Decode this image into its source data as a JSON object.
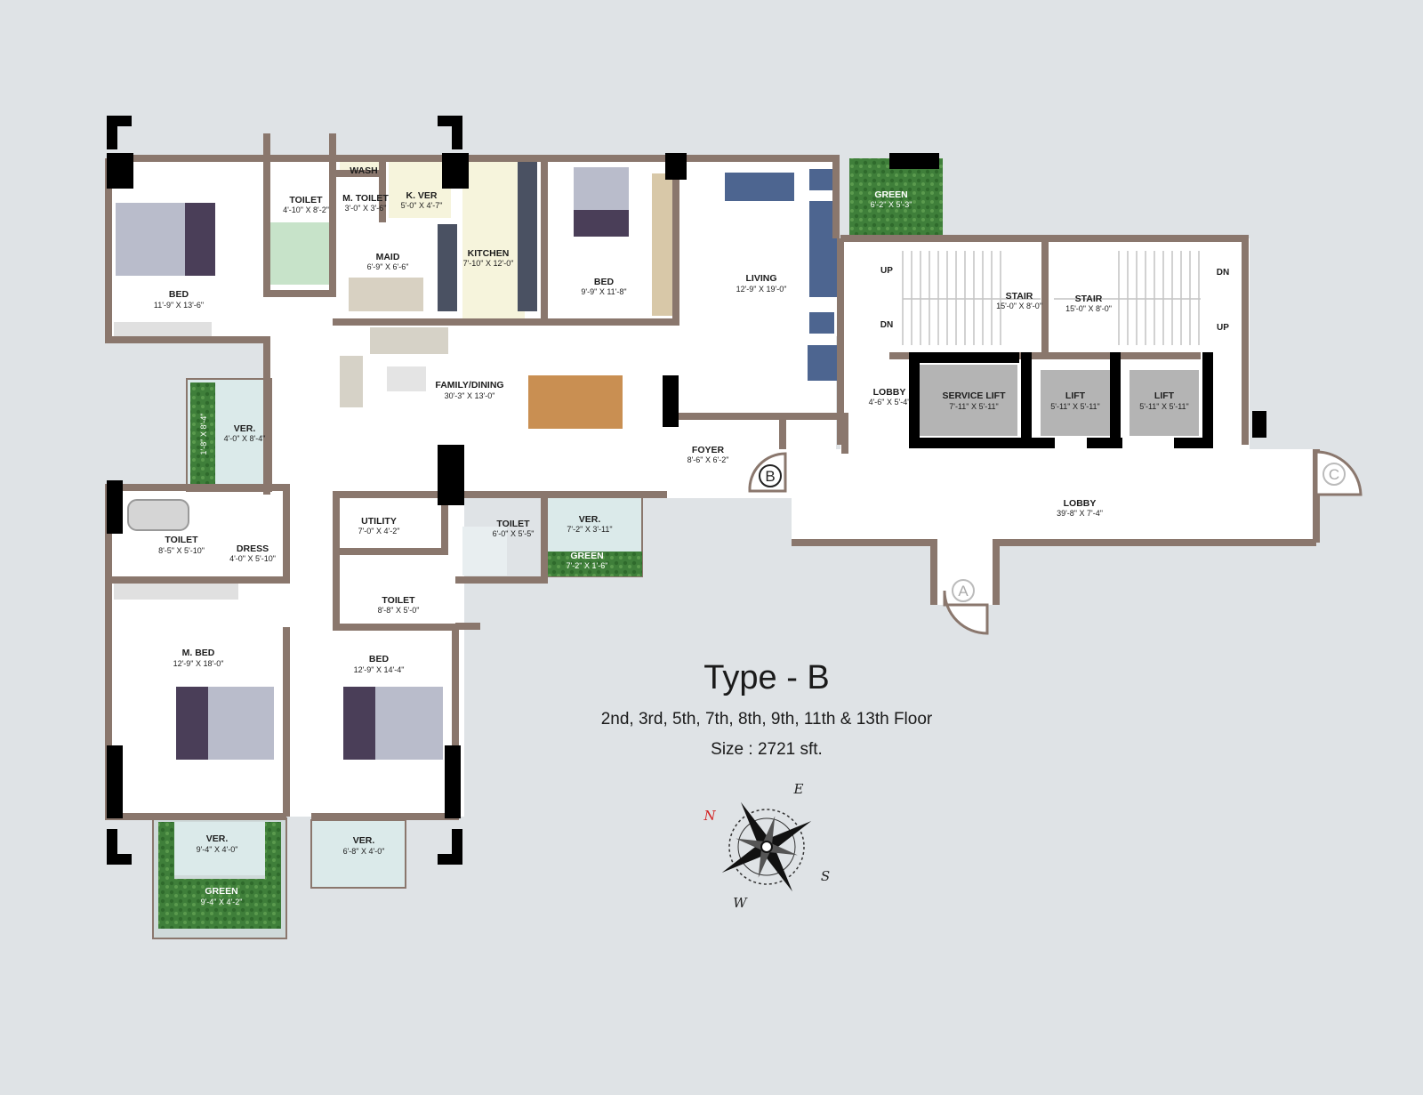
{
  "plan": {
    "type_title": "Type - B",
    "floors": "2nd, 3rd, 5th, 7th, 8th, 9th, 11th & 13th Floor",
    "size": "Size : 2721 sft."
  },
  "rooms": {
    "bed1": {
      "name": "BED",
      "dim": "11'-9\" X 13'-6\""
    },
    "toilet1": {
      "name": "TOILET",
      "dim": "4'-10\" X 8'-2\""
    },
    "wash": {
      "name": "WASH"
    },
    "mtoilet": {
      "name": "M. TOILET",
      "dim": "3'-0\" X 3'-6\""
    },
    "kver": {
      "name": "K. VER",
      "dim": "5'-0\" X 4'-7\""
    },
    "maid": {
      "name": "MAID",
      "dim": "6'-9\" X 6'-6\""
    },
    "kitchen": {
      "name": "KITCHEN",
      "dim": "7'-10\" X 12'-0\""
    },
    "bed2": {
      "name": "BED",
      "dim": "9'-9\" X 11'-8\""
    },
    "living": {
      "name": "LIVING",
      "dim": "12'-9\" X 19'-0\""
    },
    "green1": {
      "name": "GREEN",
      "dim": "6'-2\" X 5'-3\""
    },
    "family": {
      "name": "FAMILY/DINING",
      "dim": "30'-3\" X 13'-0\""
    },
    "ver1": {
      "name": "VER.",
      "dim": "4'-0\" X 8'-4\""
    },
    "greenv": {
      "dim": "1'-8\" X 8'-4\""
    },
    "foyer": {
      "name": "FOYER",
      "dim": "8'-6\" X 6'-2\""
    },
    "stair1": {
      "name": "STAIR",
      "dim": "15'-0\" X 8'-0\""
    },
    "stair2": {
      "name": "STAIR",
      "dim": "15'-0\" X 8'-0\""
    },
    "lobby1": {
      "name": "LOBBY",
      "dim": "4'-6\" X 5'-4\""
    },
    "service_lift": {
      "name": "SERVICE LIFT",
      "dim": "7'-11\" X 5'-11\""
    },
    "lift1": {
      "name": "LIFT",
      "dim": "5'-11\" X 5'-11\""
    },
    "lift2": {
      "name": "LIFT",
      "dim": "5'-11\" X 5'-11\""
    },
    "lobby2": {
      "name": "LOBBY",
      "dim": "39'-8\" X 7'-4\""
    },
    "toilet2": {
      "name": "TOILET",
      "dim": "8'-5\" X 5'-10\""
    },
    "dress": {
      "name": "DRESS",
      "dim": "4'-0\" X 5'-10\""
    },
    "utility": {
      "name": "UTILITY",
      "dim": "7'-0\" X 4'-2\""
    },
    "toilet3": {
      "name": "TOILET",
      "dim": "6'-0\" X 5'-5\""
    },
    "ver2": {
      "name": "VER.",
      "dim": "7'-2\" X 3'-11\""
    },
    "green2": {
      "name": "GREEN",
      "dim": "7'-2\" X 1'-6\""
    },
    "toilet4": {
      "name": "TOILET",
      "dim": "8'-8\" X 5'-0\""
    },
    "mbed": {
      "name": "M. BED",
      "dim": "12'-9\" X 18'-0\""
    },
    "bed3": {
      "name": "BED",
      "dim": "12'-9\" X 14'-4\""
    },
    "ver3": {
      "name": "VER.",
      "dim": "9'-4\" X 4'-0\""
    },
    "ver4": {
      "name": "VER.",
      "dim": "6'-8\" X 4'-0\""
    },
    "green3": {
      "name": "GREEN",
      "dim": "9'-4\" X 4'-2\""
    }
  },
  "stairs": {
    "up": "UP",
    "dn": "DN"
  },
  "markers": {
    "a": "A",
    "b": "B",
    "c": "C"
  },
  "compass": {
    "n": "N",
    "e": "E",
    "s": "S",
    "w": "W"
  },
  "colors": {
    "background": "#dfe3e6",
    "wall": "#8a776d",
    "floor": "#ffffff",
    "green": "#3f7f3a",
    "toilet_floor": "#c7e3c9",
    "kitchen_floor": "#f6f4dc",
    "north": "#d32222"
  }
}
